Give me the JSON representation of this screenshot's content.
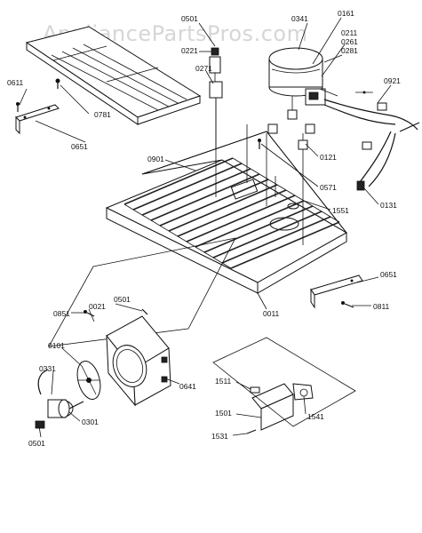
{
  "watermark": "AppliancePartsPros.com",
  "labels": {
    "l0501_top": "0501",
    "l0221_top": "0221",
    "l0341": "0341",
    "l0161": "0161",
    "l0211": "0211",
    "l0261": "0261",
    "l0281": "0281",
    "l0611": "0611",
    "l0781": "0781",
    "l0271": "0271",
    "l0921": "0921",
    "l0651_left": "0651",
    "l0901": "0901",
    "l0121": "0121",
    "l0571": "0571",
    "l1551": "1551",
    "l0131": "0131",
    "l0651_right": "0651",
    "l0811": "0811",
    "l0011": "0011",
    "l0501_mid": "0501",
    "l0021": "0021",
    "l0851": "0851",
    "l0101": "0101",
    "l0331": "0331",
    "l0641": "0641",
    "l0301": "0301",
    "l0501_bot": "0501",
    "l1511": "1511",
    "l1501": "1501",
    "l1541": "1541",
    "l1531": "1531"
  }
}
